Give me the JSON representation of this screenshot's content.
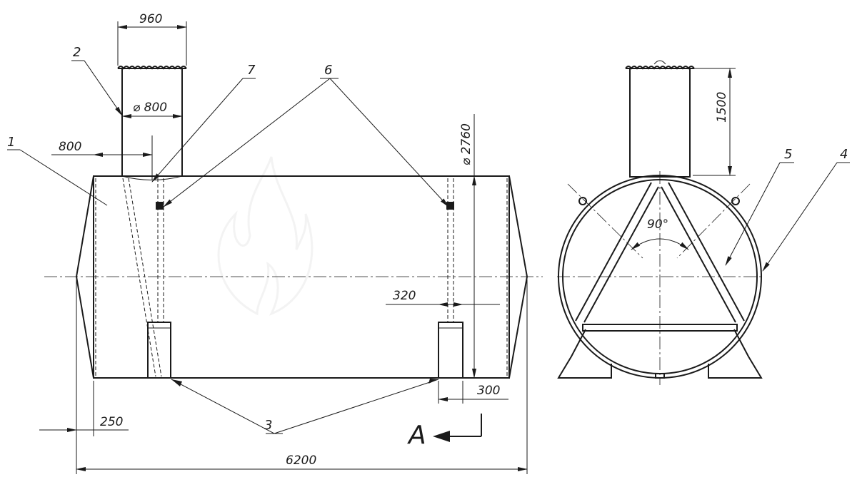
{
  "dimensions": {
    "hatch_width": "960",
    "hatch_diameter": "⌀ 800",
    "hatch_offset": "800",
    "hatch_height": "1500",
    "tank_diameter": "⌀ 2760",
    "support_width": "320",
    "support_offset": "300",
    "cone_length": "250",
    "overall_length": "6200",
    "strut_angle": "90°"
  },
  "callouts": [
    "1",
    "2",
    "3",
    "4",
    "5",
    "6",
    "7"
  ],
  "view_label": "A",
  "colors": {
    "line": "#1a1a1a",
    "background": "#ffffff",
    "watermark": "#dcdcdc"
  },
  "icons": {
    "watermark": "flame-watermark-icon",
    "view_arrow": "view-arrow-icon"
  }
}
